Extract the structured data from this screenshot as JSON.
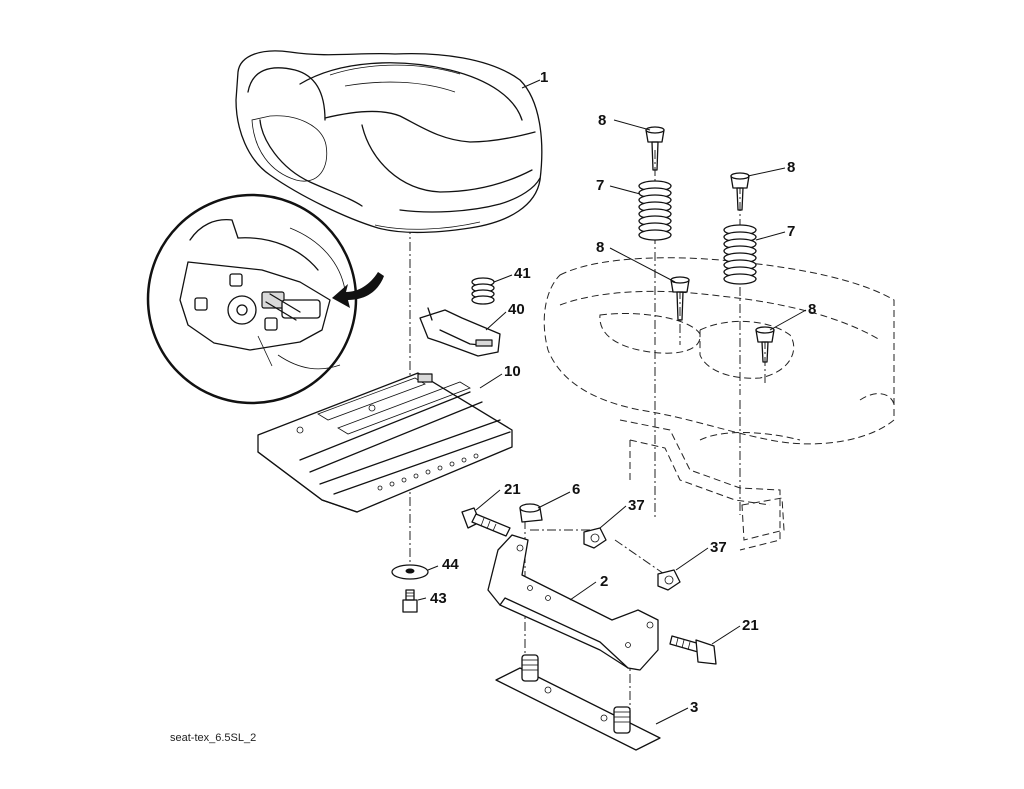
{
  "diagram": {
    "caption": "seat-tex_6.5SL_2",
    "callouts": [
      {
        "id": "c1",
        "label": "1"
      },
      {
        "id": "c8a",
        "label": "8"
      },
      {
        "id": "c7a",
        "label": "7"
      },
      {
        "id": "c8b",
        "label": "8"
      },
      {
        "id": "c8c",
        "label": "8"
      },
      {
        "id": "c7b",
        "label": "7"
      },
      {
        "id": "c8d",
        "label": "8"
      },
      {
        "id": "c41",
        "label": "41"
      },
      {
        "id": "c40",
        "label": "40"
      },
      {
        "id": "c10",
        "label": "10"
      },
      {
        "id": "c21a",
        "label": "21"
      },
      {
        "id": "c6",
        "label": "6"
      },
      {
        "id": "c37a",
        "label": "37"
      },
      {
        "id": "c37b",
        "label": "37"
      },
      {
        "id": "c2",
        "label": "2"
      },
      {
        "id": "c44",
        "label": "44"
      },
      {
        "id": "c43",
        "label": "43"
      },
      {
        "id": "c21b",
        "label": "21"
      },
      {
        "id": "c3",
        "label": "3"
      }
    ]
  }
}
